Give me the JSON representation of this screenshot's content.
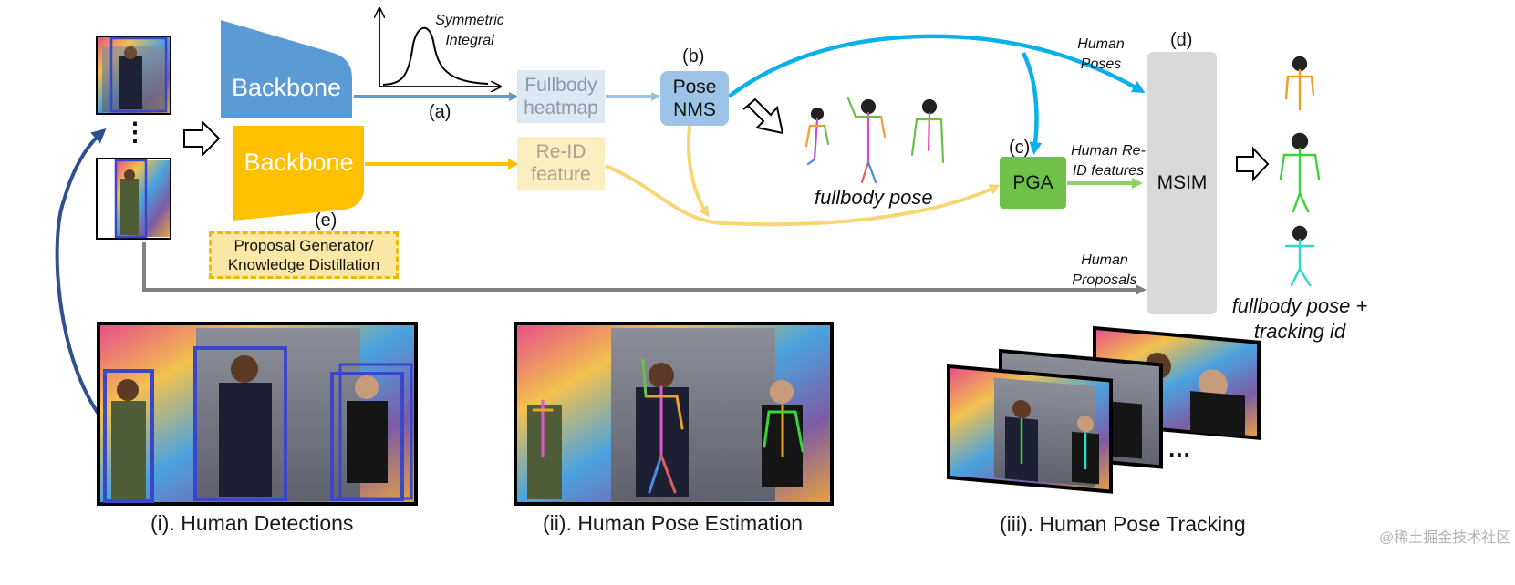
{
  "backbone_top": "Backbone",
  "backbone_bottom": "Backbone",
  "symmetric_integral": [
    "Symmetric",
    "Integral"
  ],
  "fullbody_heatmap": [
    "Fullbody",
    "heatmap"
  ],
  "reid_feature": [
    "Re-ID",
    "feature"
  ],
  "pose_nms": [
    "Pose",
    "NMS"
  ],
  "pga": "PGA",
  "msim": "MSIM",
  "proposal_generator": [
    "Proposal Generator/",
    "Knowledge Distillation"
  ],
  "markers": {
    "a": "(a)",
    "b": "(b)",
    "c": "(c)",
    "d": "(d)",
    "e": "(e)"
  },
  "edge_labels": {
    "human_poses": [
      "Human",
      "Poses"
    ],
    "human_reid_features": [
      "Human Re-",
      "ID features"
    ],
    "human_proposals": [
      "Human",
      "Proposals"
    ]
  },
  "fullbody_pose": "fullbody pose",
  "fullbody_pose_tracking": [
    "fullbody pose +",
    "tracking id"
  ],
  "vertical_dots": "⋮",
  "horizontal_dots": "…",
  "captions": {
    "detections": "(i). Human Detections",
    "pose_estimation": "(ii). Human Pose Estimation",
    "pose_tracking": "(iii). Human Pose Tracking"
  },
  "watermark": "@稀土掘金技术社区",
  "colors": {
    "backbone_blue": "#5b9bd5",
    "backbone_yellow": "#ffc000",
    "heatmap_fill": "#dde8f3",
    "reid_fill": "#fbeec0",
    "nms_fill": "#9dc3e6",
    "pga_green": "#70c14a",
    "msim_gray": "#d9d9d9",
    "detection_box_blue": "#3c46c8",
    "arrow_cyan": "#0ab0e8",
    "arrow_gray": "#808080",
    "arrow_navy": "#2f4f8f"
  }
}
